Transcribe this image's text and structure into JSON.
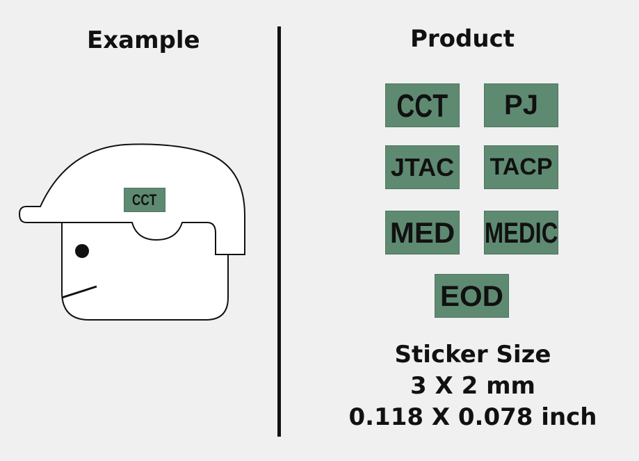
{
  "example": {
    "title": "Example",
    "helmet_sticker": "CCT"
  },
  "product": {
    "title": "Product",
    "stickers": [
      "CCT",
      "PJ",
      "JTAC",
      "TACP",
      "MED",
      "MEDIC",
      "EOD"
    ]
  },
  "size": {
    "title": "Sticker Size",
    "metric": "3 X 2 mm",
    "imperial": "0.118 X 0.078 inch"
  },
  "colors": {
    "sticker_green": "#5f8a72",
    "background": "#f0f0f0"
  }
}
